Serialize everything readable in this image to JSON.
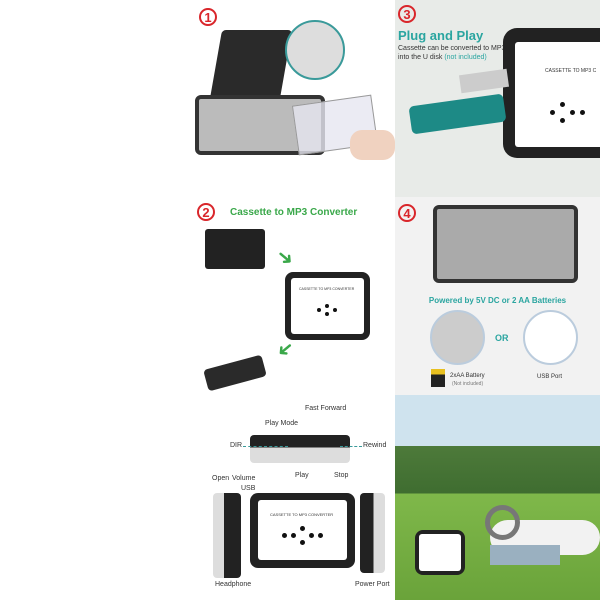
{
  "panel1": {
    "marker": "1"
  },
  "panel2": {
    "marker": "2",
    "title": "Cassette to MP3 Converter",
    "device_label": "CASSETTE TO MP3 CONVERTER"
  },
  "panel3": {
    "marker": "3",
    "title": "Plug and Play",
    "desc": "Cassette can be converted to MP3 into the U disk",
    "note": "(not included)",
    "device_label": "CASSETTE TO MP3 C"
  },
  "panel4": {
    "marker": "4",
    "title": "Powered by 5V DC or 2 AA Batteries",
    "or": "OR",
    "battery_label": "2xAA Battery",
    "battery_note": "(Not included)",
    "usb_label": "USB Port"
  },
  "panel5": {
    "labels": {
      "fast_forward": "Fast Forward",
      "play_mode": "Play Mode",
      "dir": "DIR",
      "rewind": "Rewind",
      "play": "Play",
      "stop": "Stop",
      "open": "Open",
      "volume": "Volume",
      "usb": "USB",
      "headphone": "Headphone",
      "power_port": "Power Port"
    },
    "device_label": "CASSETTE TO MP3 CONVERTER"
  },
  "colors": {
    "accent_red": "#d9262b",
    "teal": "#2aa5a0",
    "green": "#3aa84a"
  }
}
